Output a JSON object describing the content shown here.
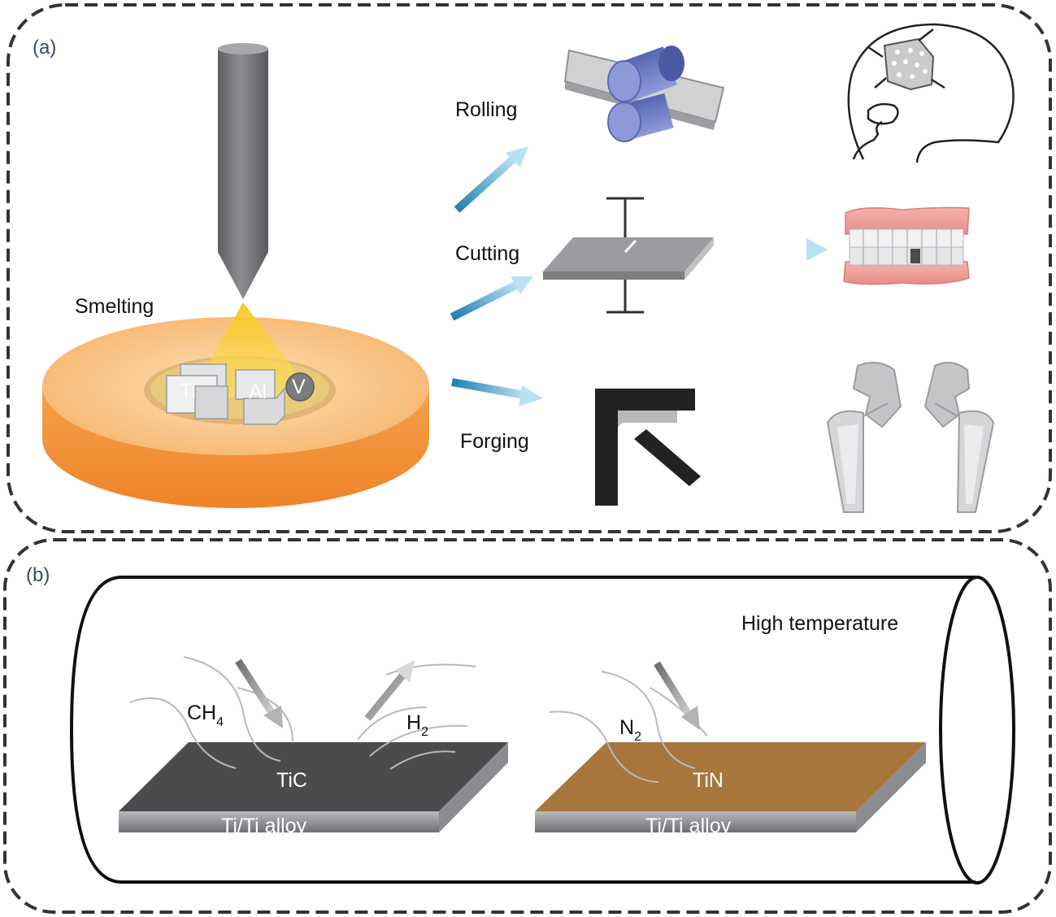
{
  "panels": {
    "a": {
      "label": "(a)",
      "smelting": "Smelting",
      "elements": [
        "Ti",
        "Al",
        "V"
      ],
      "processes": [
        "Rolling",
        "Cutting",
        "Forging"
      ]
    },
    "b": {
      "label": "(b)",
      "condition": "High temperature",
      "left_plate": {
        "gas_in_main": "CH",
        "gas_in_sub": "4",
        "gas_out_main": "H",
        "gas_out_sub": "2",
        "coating": "TiC",
        "substrate": "Ti/Ti alloy"
      },
      "right_plate": {
        "gas_in_main": "N",
        "gas_in_sub": "2",
        "coating": "TiN",
        "substrate": "Ti/Ti alloy"
      }
    }
  },
  "colors": {
    "crucible": "#f08a2e",
    "tic_coating": "#4a4b4d",
    "tin_coating": "#a8763c",
    "gum": "#ef9e99",
    "roller": "#6e7dc4",
    "arrow": "#4aa3cc"
  }
}
